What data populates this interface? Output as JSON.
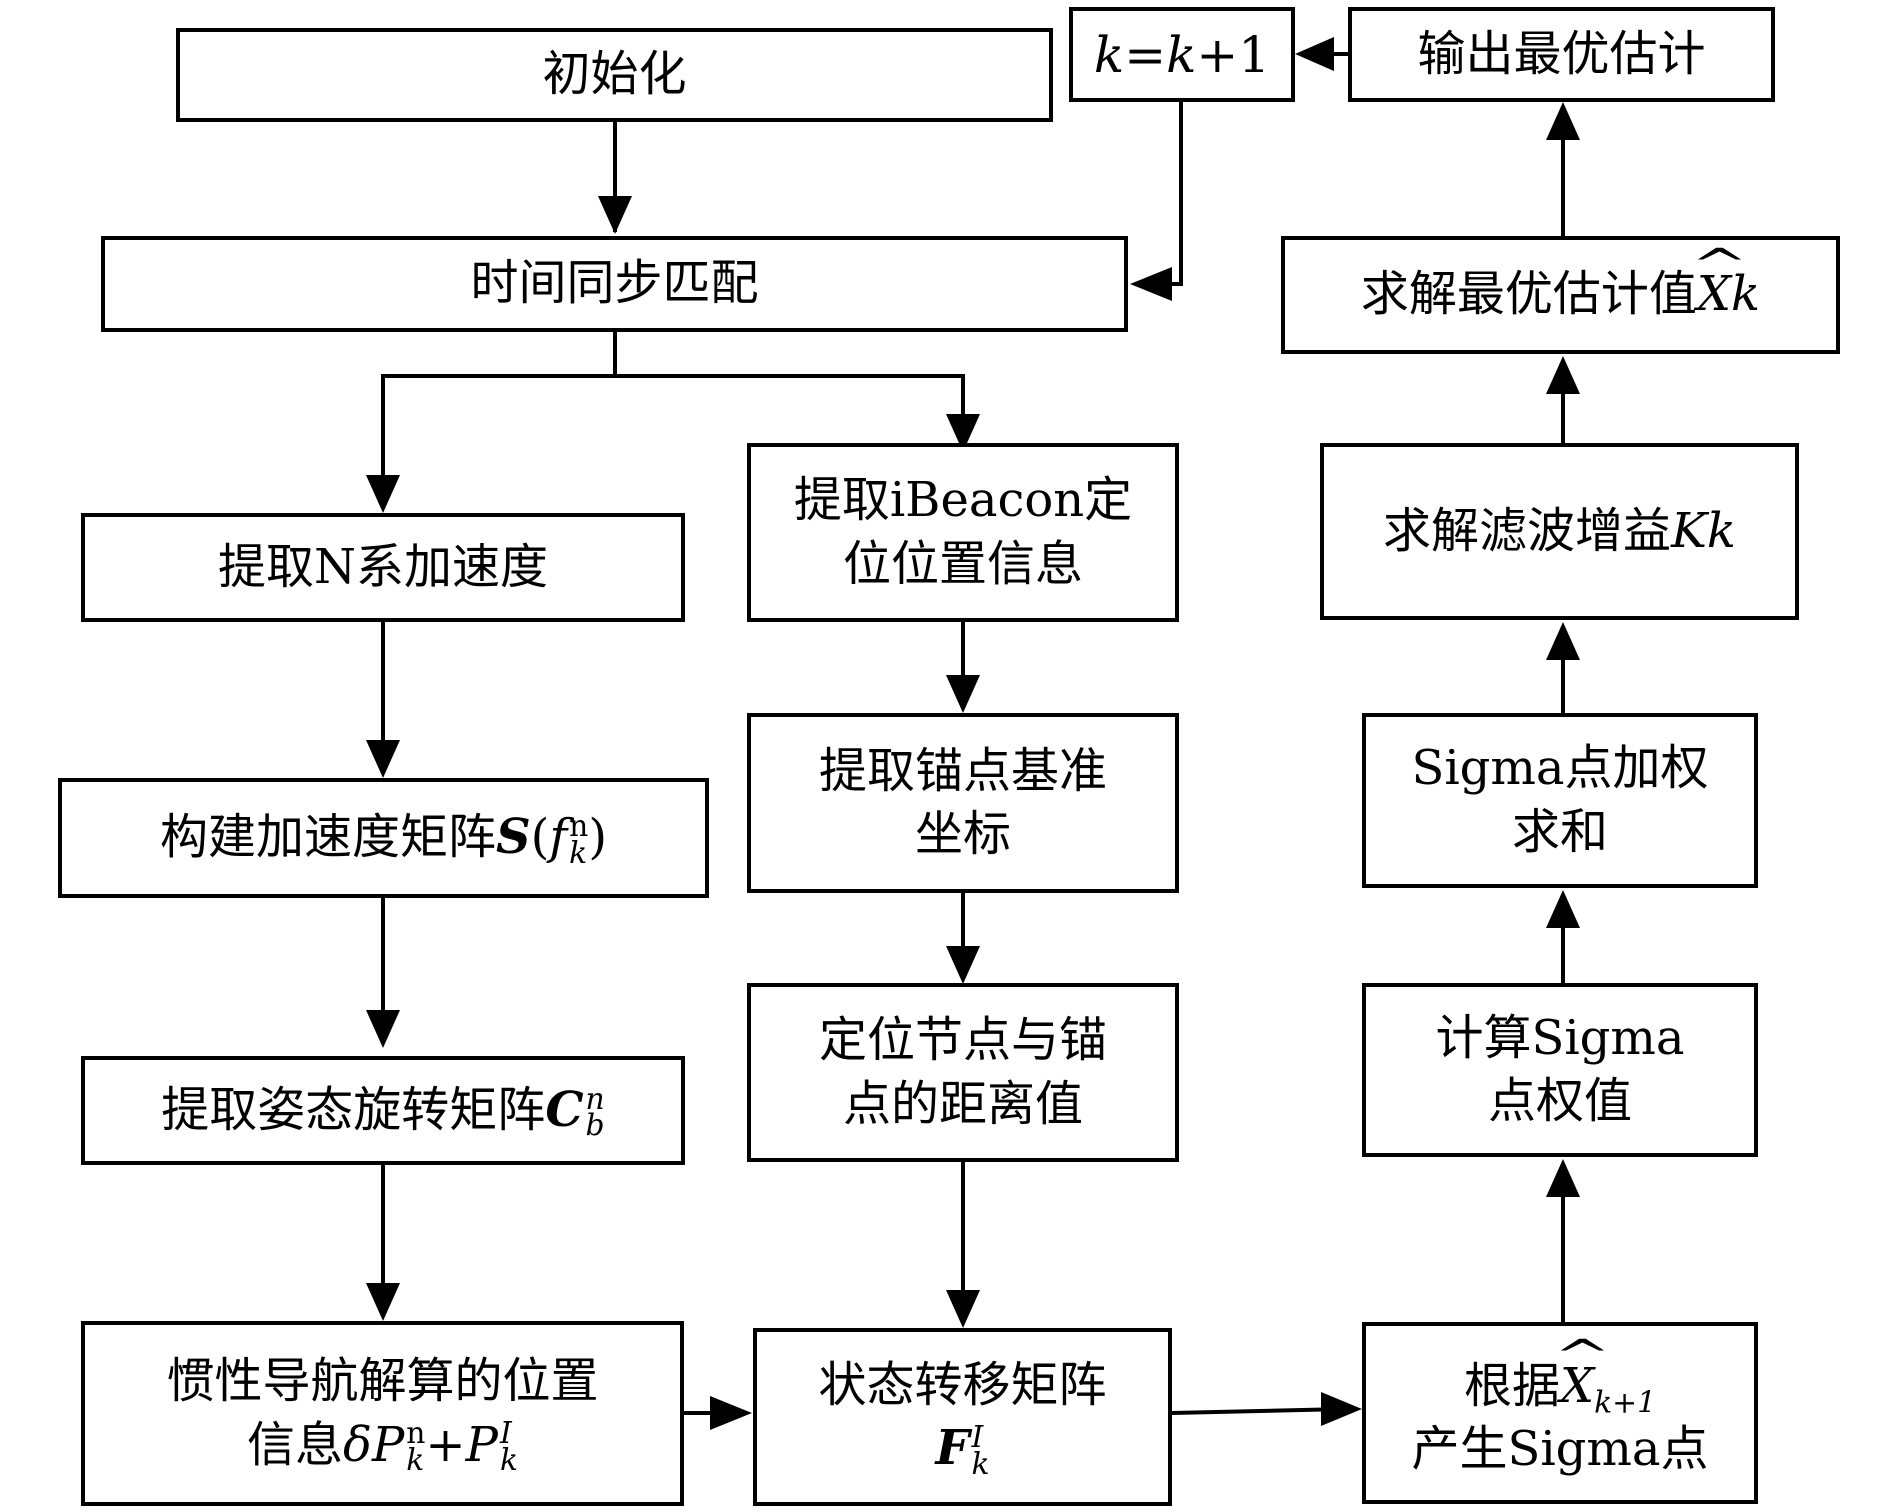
{
  "init": "初始化",
  "sync": "时间同步匹配",
  "iter": {
    "k": "k",
    "eq": "=",
    "k2": "k",
    "plus": "+1"
  },
  "output": "输出最优估计",
  "solve_opt": {
    "text": "求解最优估计值",
    "var": "X",
    "sub": "k"
  },
  "solve_gain": {
    "text": "求解滤波增益",
    "var": "Kk"
  },
  "sigma_sum": {
    "line1": "Sigma点加权",
    "line2": "求和"
  },
  "sigma_weight": {
    "line1": "计算Sigma",
    "line2": "点权值"
  },
  "sigma_gen": {
    "prefix": "根据",
    "var": "X",
    "sub": "k+1",
    "line2": "产生Sigma点"
  },
  "n_accel": "提取N系加速度",
  "accel_matrix": {
    "text": "构建加速度矩阵",
    "S": "S",
    "open": "(",
    "f": "f",
    "sup": "n",
    "sub": "k",
    "close": ")"
  },
  "attitude": {
    "text": "提取姿态旋转矩阵",
    "C": "C",
    "sup": "n",
    "sub": "b"
  },
  "inertial": {
    "line1": "惯性导航解算的位置",
    "line2_prefix": "信息",
    "delta": "δ",
    "P1": "P",
    "sup1": "n",
    "sub1": "k",
    "plus": "+",
    "P2": "P",
    "sup2": "I",
    "sub2": "k"
  },
  "ibeacon": {
    "line1": "提取iBeacon定",
    "line2": "位位置信息"
  },
  "anchor": {
    "line1": "提取锚点基准",
    "line2": "坐标"
  },
  "distance": {
    "line1": "定位节点与锚",
    "line2": "点的距离值"
  },
  "state": {
    "line1": "状态转移矩阵",
    "F": "F",
    "sup": "I",
    "sub": "k"
  }
}
